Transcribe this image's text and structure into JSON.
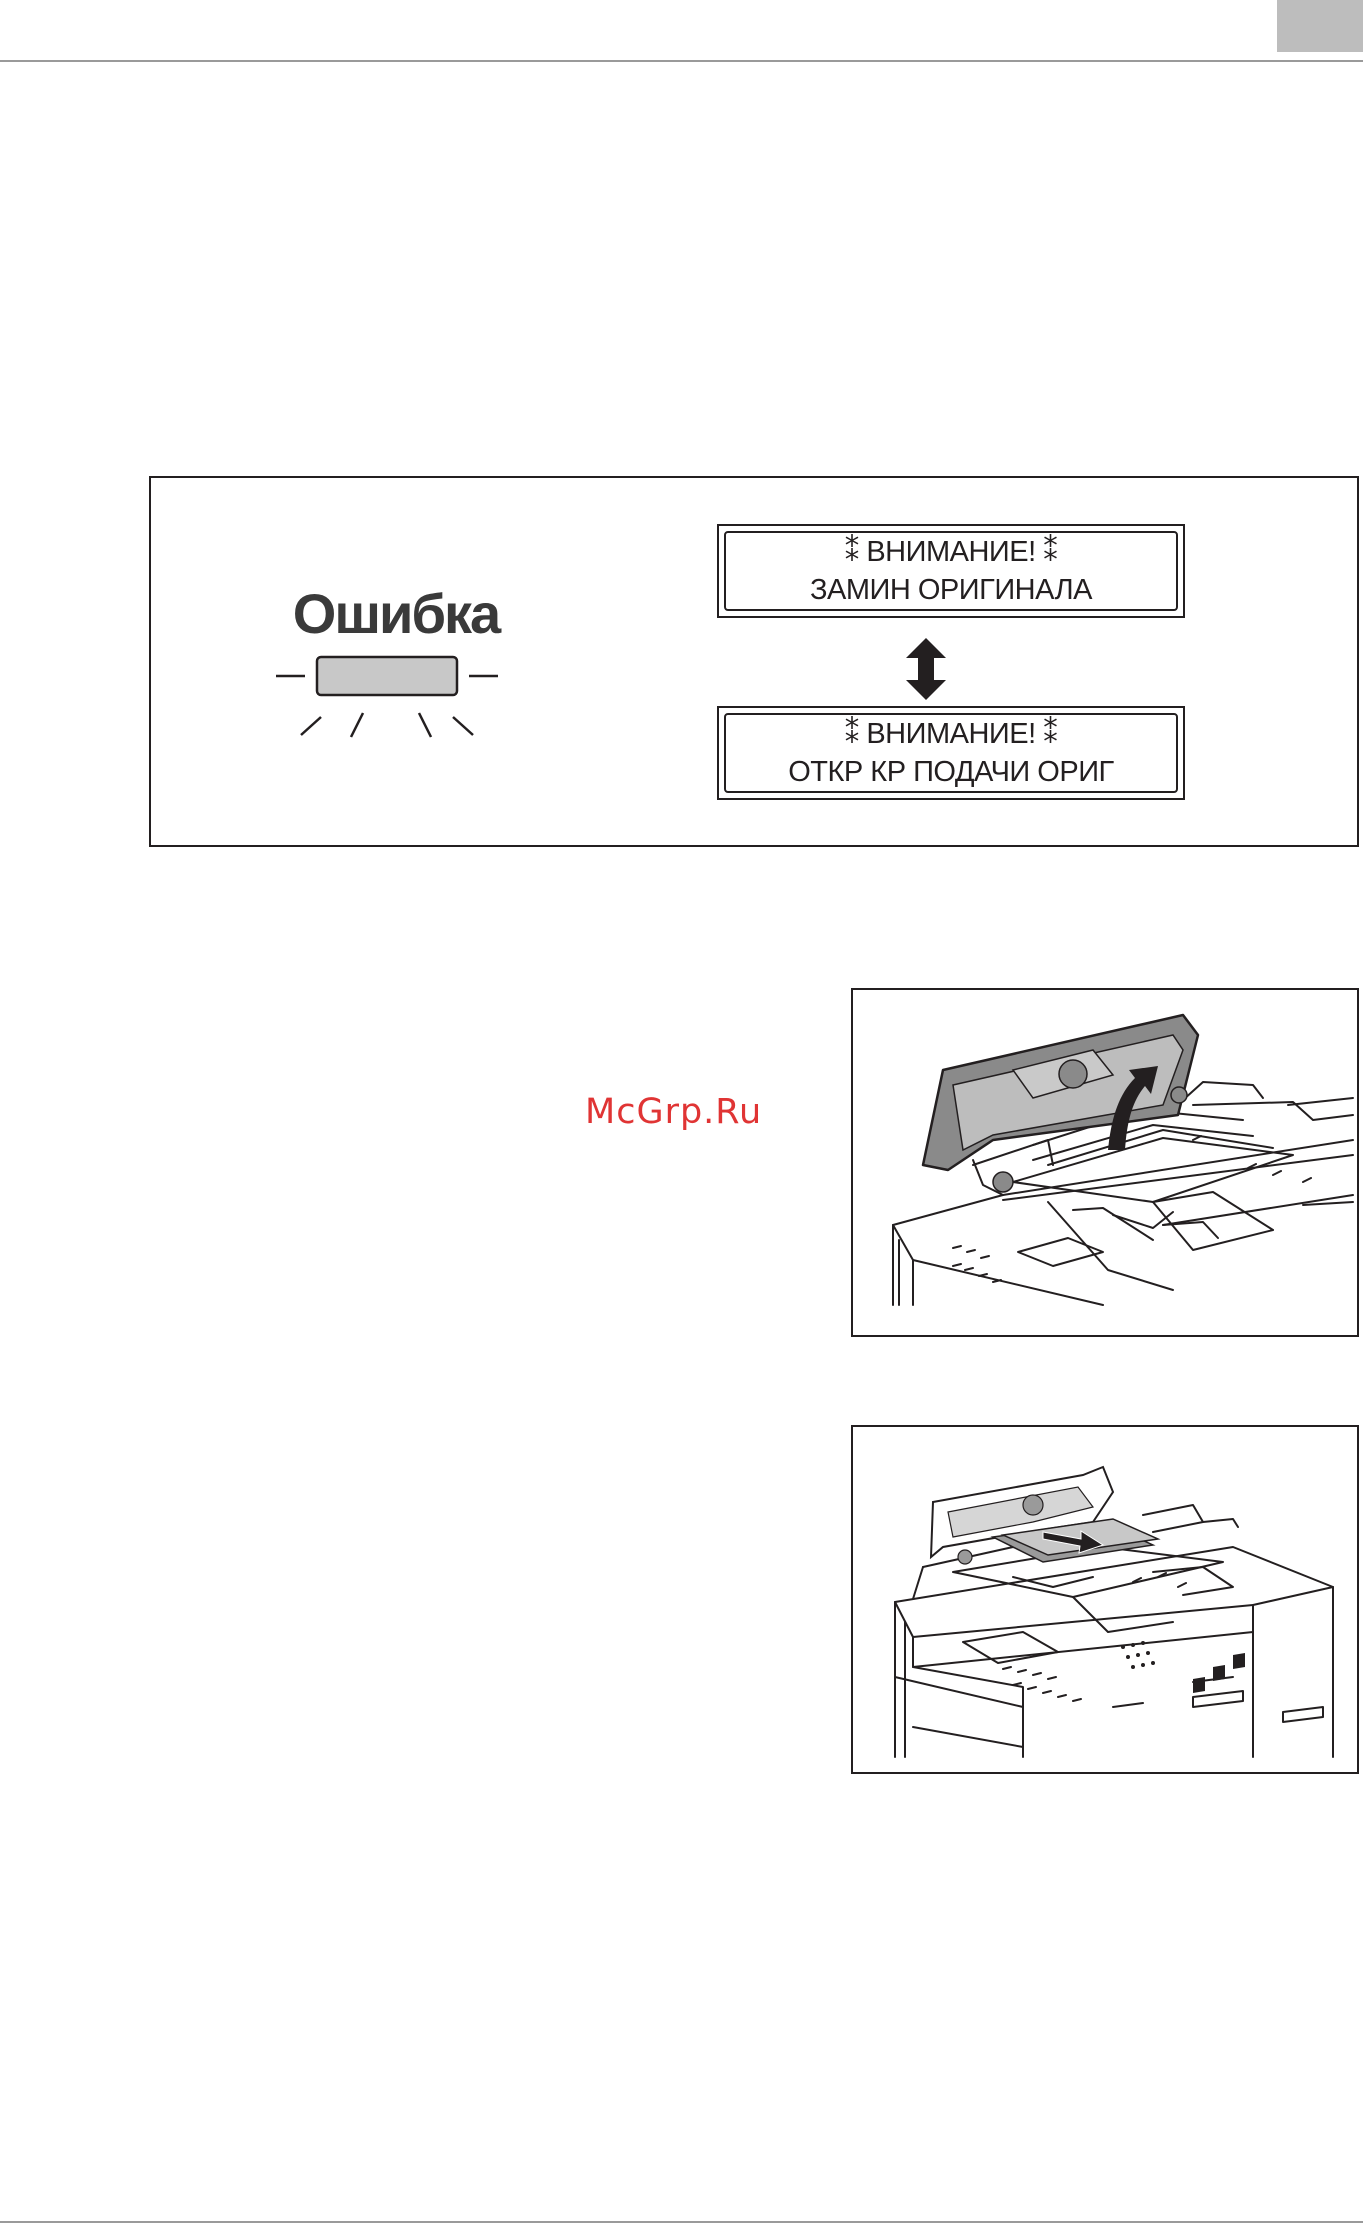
{
  "error_panel": {
    "indicator_label": "Ошибка",
    "display_screen_1": {
      "line1": "⁑ ВНИМАНИЕ! ⁑",
      "line2": "ЗАМИН ОРИГИНАЛА"
    },
    "display_screen_2": {
      "line1": "⁑ ВНИМАНИЕ! ⁑",
      "line2": "ОТКР КР ПОДАЧИ ОРИГ"
    }
  },
  "watermark": "McGrp.Ru",
  "colors": {
    "indicator_fill": "#c8c8c8",
    "watermark": "#e03434",
    "rule": "#9a9a9a",
    "page_tab": "#bdbdbd"
  },
  "icons": [
    "double-arrow-vertical-icon",
    "open-cover-arrow-icon",
    "pull-paper-arrow-icon"
  ]
}
